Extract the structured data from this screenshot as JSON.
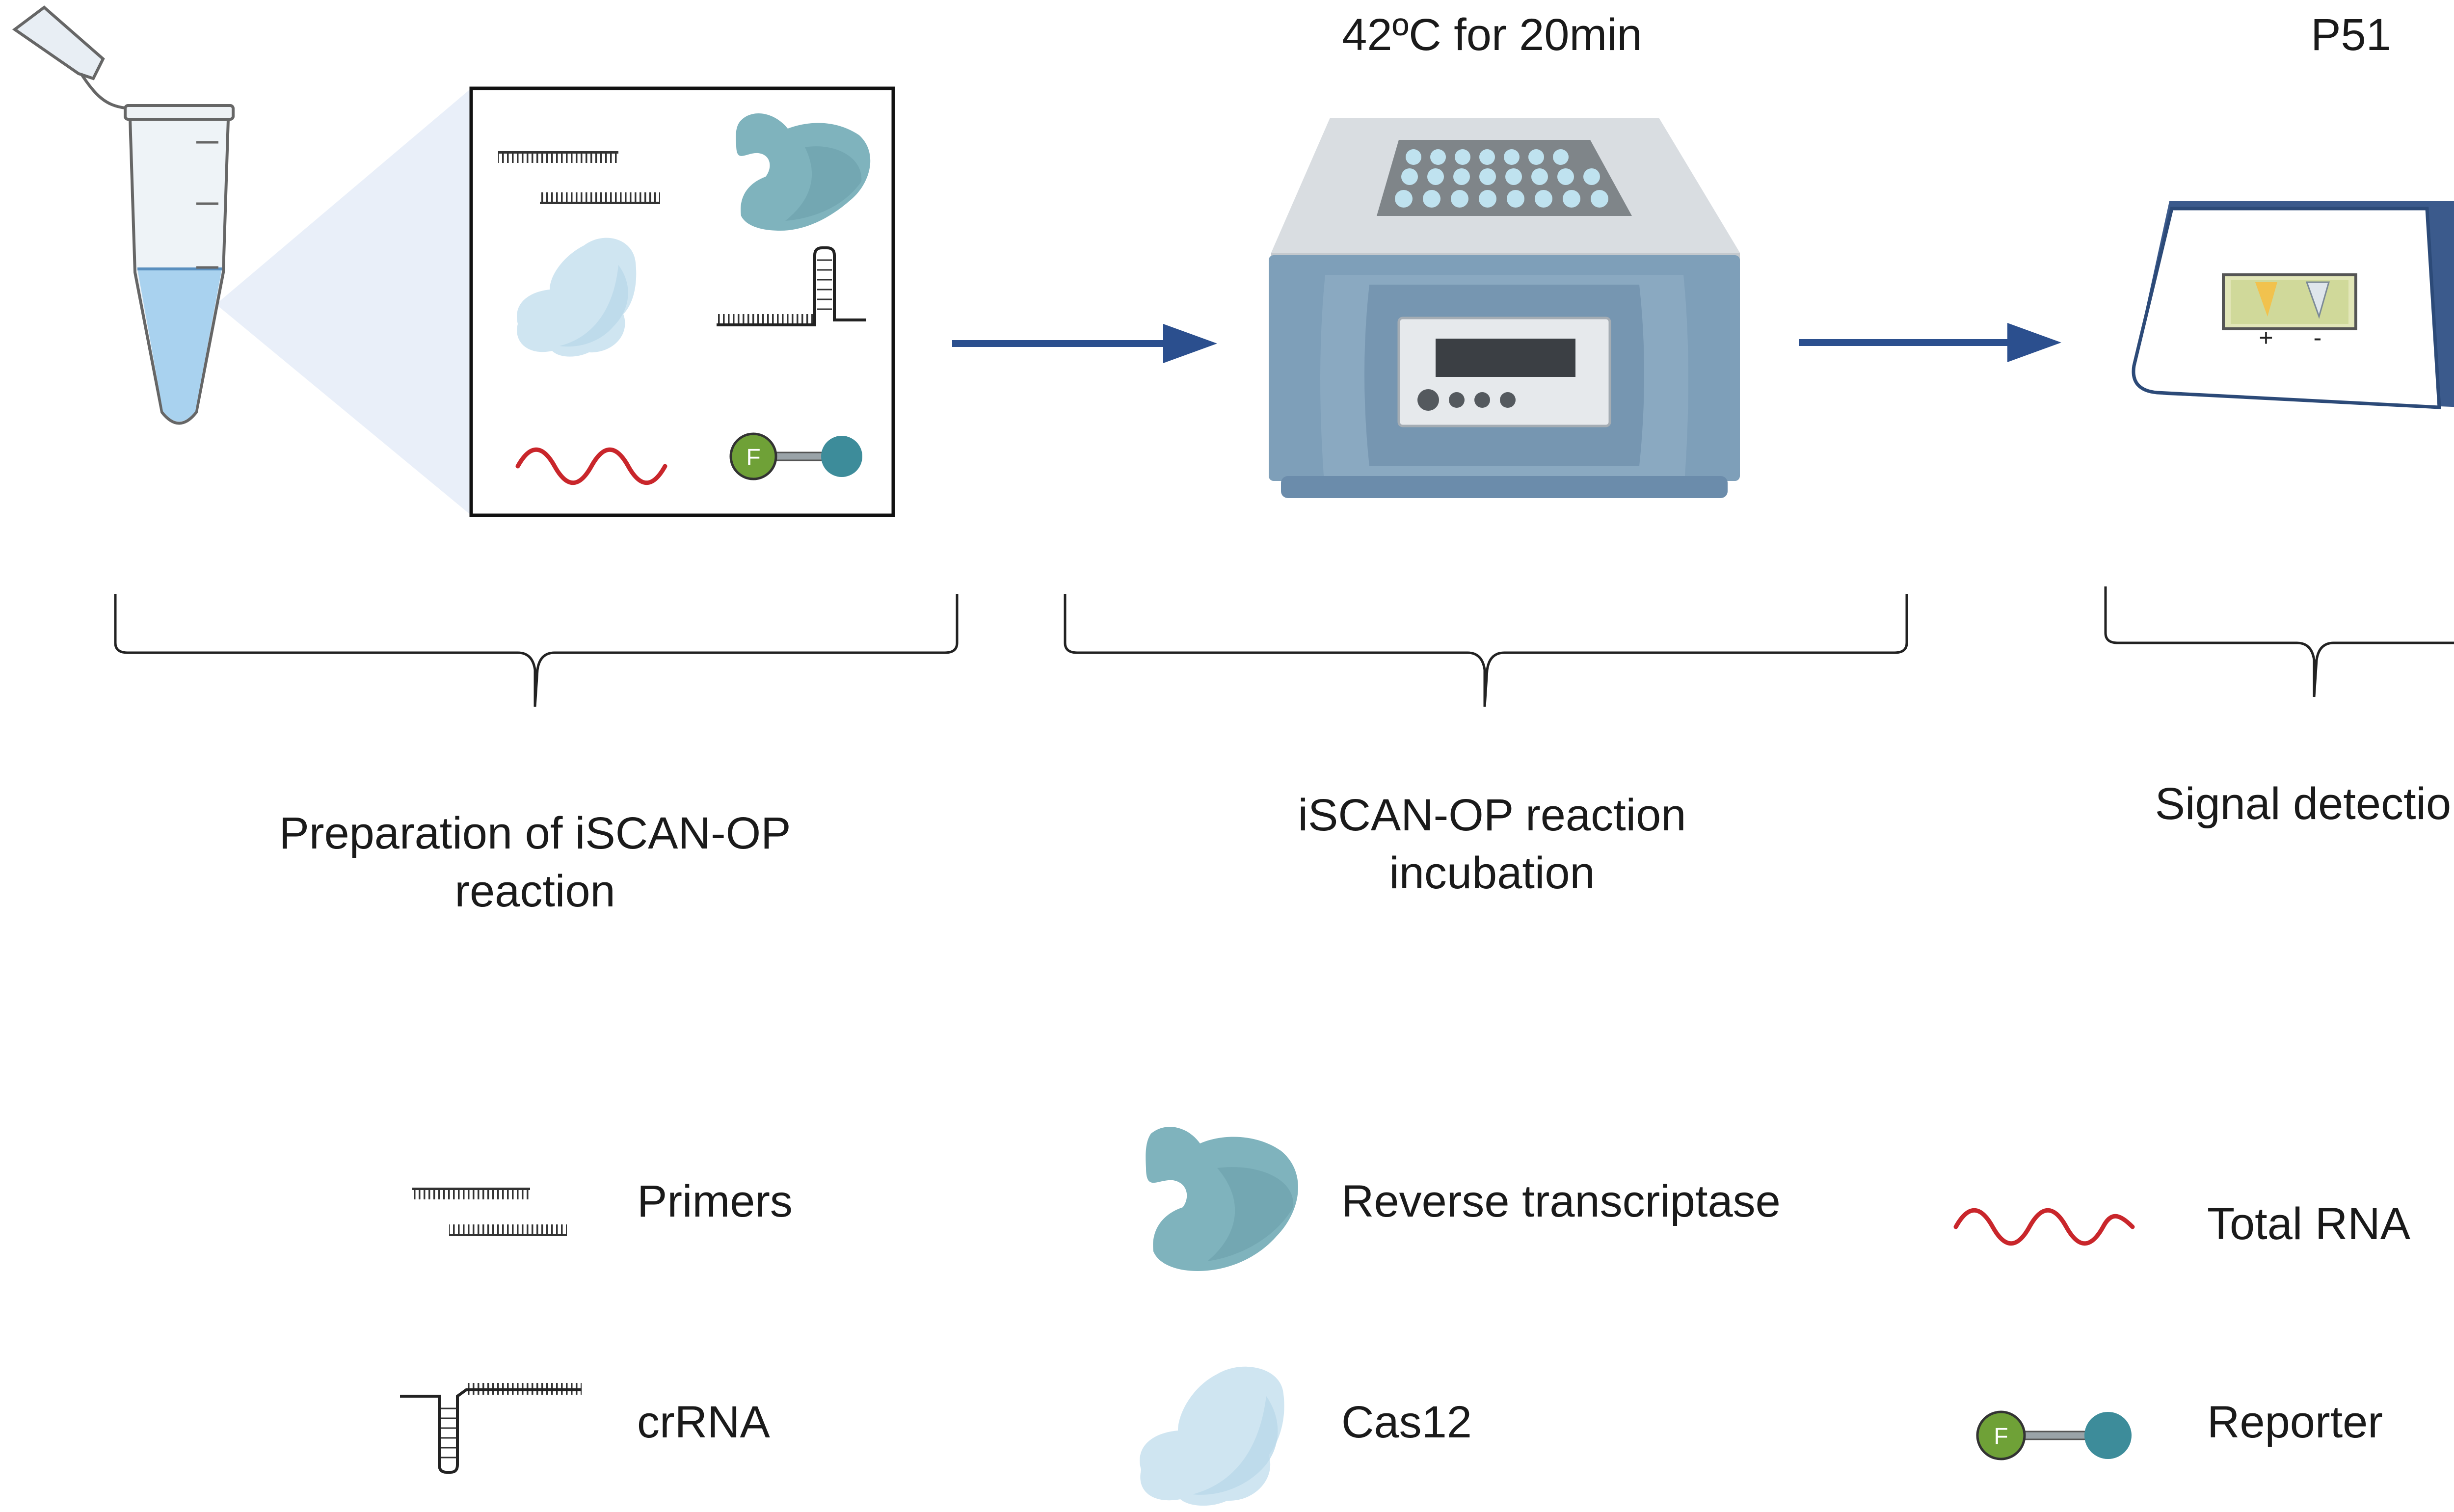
{
  "steps": {
    "incubation_condition": "42ºC for 20min",
    "detector_name": "P51",
    "preparation_label_line1": "Preparation of iSCAN-OP",
    "preparation_label_line2": "reaction",
    "incubation_label_line1": "iSCAN-OP reaction",
    "incubation_label_line2": "incubation",
    "detection_label": "Signal detection"
  },
  "reporter_letter": "F",
  "detector_signs": {
    "positive": "+",
    "negative": "-"
  },
  "legend": {
    "primers": "Primers",
    "crrna": "crRNA",
    "reverse_transcriptase": "Reverse transcriptase",
    "cas12": "Cas12",
    "total_rna": "Total RNA",
    "reporter": "Reporter"
  },
  "colors": {
    "arrow": "#2b4f8e",
    "reverse_transcriptase": "#7fb3bd",
    "cas12": "#cfe5f1",
    "total_rna": "#c9262b",
    "reporter_fluorophore": "#6fa137",
    "reporter_quencher": "#3d8c9a",
    "incubator_body": "#7e9fb9",
    "detector_body": "#3b5a8c"
  }
}
